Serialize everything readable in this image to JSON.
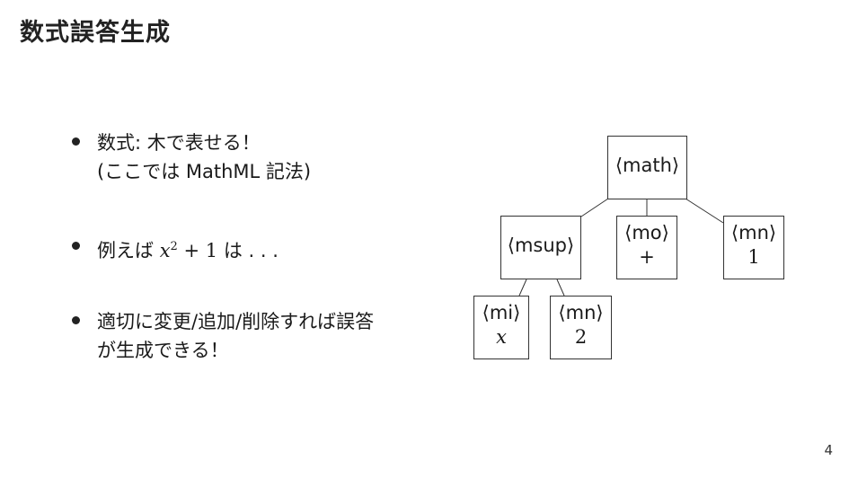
{
  "slide": {
    "title": "数式誤答生成",
    "page_number": "4"
  },
  "bullets": [
    {
      "line1_a": "数式:",
      "line1_b": "木で表せる！",
      "line2": "(ここでは MathML 記法)"
    },
    {
      "prefix": "例えば",
      "x": "x",
      "exp": "2",
      "rest": "+ 1",
      "suffix": "は . . ."
    },
    {
      "line1": "適切に変更/追加/削除すれば誤答",
      "line2": "が生成できる！"
    }
  ],
  "tree": {
    "math": {
      "tag": "⟨math⟩"
    },
    "msup": {
      "tag": "⟨msup⟩"
    },
    "mo": {
      "tag": "⟨mo⟩",
      "value": "+"
    },
    "mn1": {
      "tag": "⟨mn⟩",
      "value": "1"
    },
    "mi": {
      "tag": "⟨mi⟩",
      "value": "x"
    },
    "mn2": {
      "tag": "⟨mn⟩",
      "value": "2"
    }
  }
}
